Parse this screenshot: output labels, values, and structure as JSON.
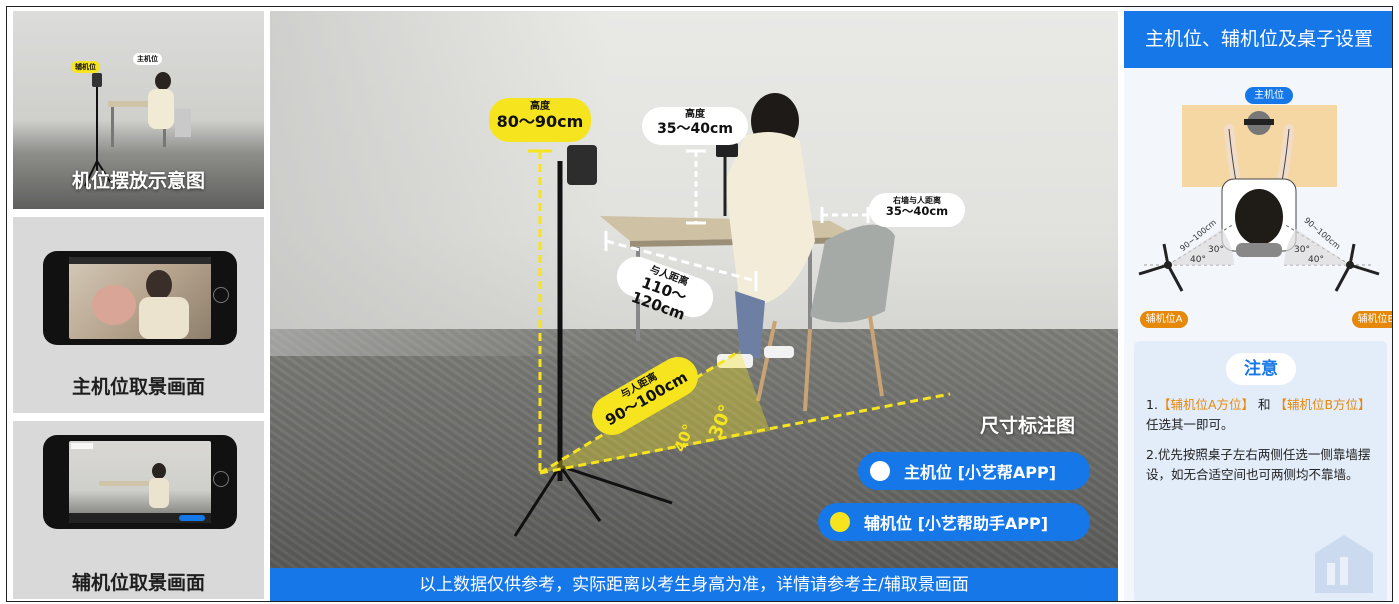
{
  "left_panels": {
    "overview": {
      "caption": "机位摆放示意图",
      "tag_aux": "辅机位",
      "tag_main": "主机位"
    },
    "main_view": {
      "caption": "主机位取景画面"
    },
    "aux_view": {
      "caption": "辅机位取景画面"
    }
  },
  "photo": {
    "height_aux": {
      "title": "高度",
      "value": "80～90cm"
    },
    "height_main": {
      "title": "高度",
      "value": "35～40cm"
    },
    "wall_distance": {
      "title": "右墙与人距离",
      "value": "35～40cm"
    },
    "person_distance_main": {
      "title": "与人距离",
      "value": "110～120cm"
    },
    "person_distance_aux": {
      "title": "与人距离",
      "value": "90～100cm"
    },
    "angle_a": "30°",
    "angle_b": "40°",
    "size_title": "尺寸标注图",
    "legend": [
      {
        "label": "主机位 [小艺帮APP]",
        "dot_color": "#ffffff"
      },
      {
        "label": "辅机位 [小艺帮助手APP]",
        "dot_color": "#f6e41f"
      }
    ]
  },
  "bottom_note": "以上数据仅供参考，实际距离以考生身高为准，详情请参考主/辅取景画面",
  "right_panel": {
    "header": "主机位、辅机位及桌子设置",
    "main_tag": "主机位",
    "aux_a_tag": "辅机位A",
    "aux_b_tag": "辅机位B",
    "dist_label": "90~100cm",
    "angle_a": "30°",
    "angle_b": "40°",
    "note_title": "注意",
    "note1_prefix": "1.",
    "note1_a": "【辅机位A方位】",
    "note1_and": "和",
    "note1_b": "【辅机位B方位】",
    "note1_suffix": "任选其一即可。",
    "note2": "2.优先按照桌子左右两侧任选一侧靠墙摆设，如无合适空间也可两侧均不靠墙。"
  },
  "colors": {
    "accent_blue": "#1677e8",
    "highlight_yellow": "#f6e41f",
    "orange": "#e6890b"
  }
}
